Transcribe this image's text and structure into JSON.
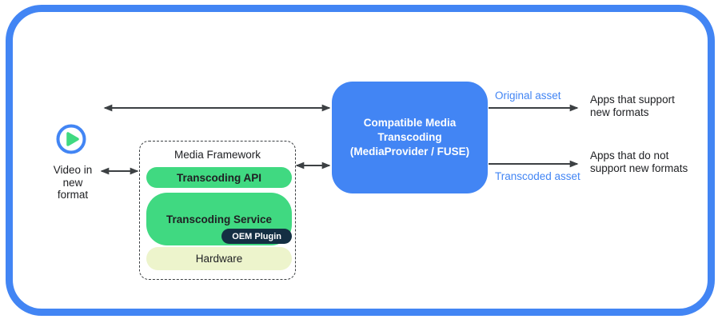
{
  "frame": {
    "border_color": "#4285F4"
  },
  "source": {
    "icon": "play-icon",
    "label": "Video in\nnew\nformat"
  },
  "framework": {
    "title": "Media Framework",
    "layers": [
      {
        "label": "Transcoding API",
        "color": "#40D981"
      },
      {
        "label": "Transcoding Service",
        "color": "#40D981",
        "badge": {
          "label": "OEM Plugin",
          "color": "#142F43"
        }
      },
      {
        "label": "Hardware",
        "color": "#EDF4CC"
      }
    ]
  },
  "transcoder": {
    "label": "Compatible Media\nTranscoding\n(MediaProvider / FUSE)",
    "color": "#4285F4"
  },
  "outputs": [
    {
      "arrow_label": "Original asset",
      "target": "Apps that support\nnew formats"
    },
    {
      "arrow_label": "Transcoded asset",
      "target": "Apps that do not\nsupport new formats"
    }
  ],
  "arrows": [
    {
      "name": "source-to-transcoder",
      "bidirectional": true
    },
    {
      "name": "source-to-framework",
      "bidirectional": true
    },
    {
      "name": "framework-to-transcoder",
      "bidirectional": true
    },
    {
      "name": "transcoder-to-supporting-apps",
      "bidirectional": false
    },
    {
      "name": "transcoder-to-nonsupporting-apps",
      "bidirectional": false
    }
  ],
  "colors": {
    "arrow": "#3C4043",
    "text": "#202124",
    "asset_label_blue": "#4285F4",
    "green": "#40D981",
    "navy": "#142F43",
    "cream": "#EDF4CC"
  }
}
